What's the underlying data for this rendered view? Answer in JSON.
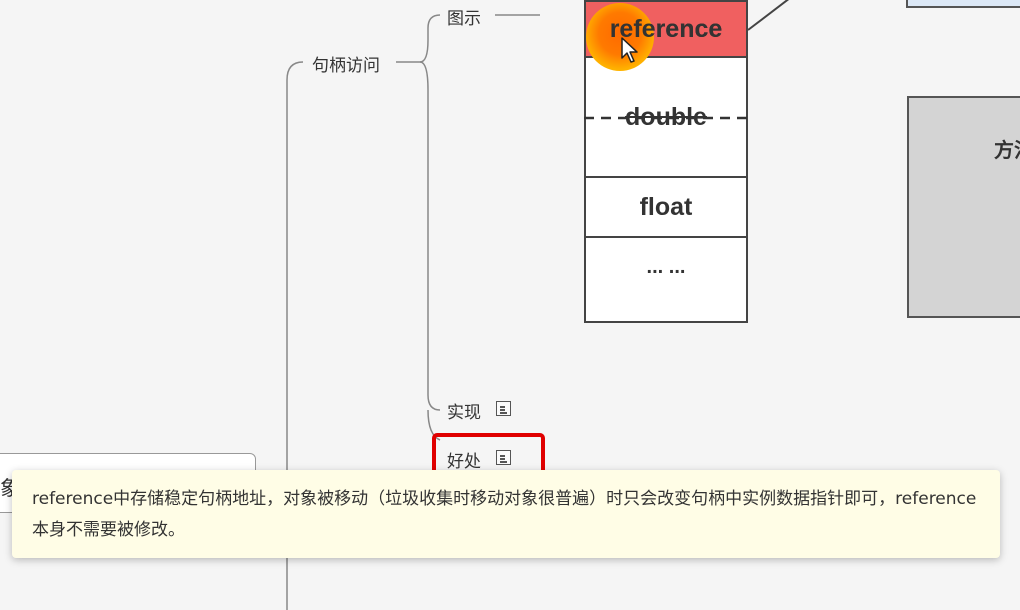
{
  "mindmap": {
    "handle_access": "句柄访问",
    "diagram": "图示",
    "implementation": "实现",
    "benefit": "好处",
    "left_node_text": "象",
    "note_icon": "note-icon"
  },
  "stack_diagram": {
    "cells": [
      "reference",
      "double",
      "float",
      "... ..."
    ],
    "highlight_color": "#f06060",
    "method_area_label": "方法"
  },
  "tooltip": {
    "text": "reference中存储稳定句柄地址，对象被移动（垃圾收集时移动对象很普遍）时只会改变句柄中实例数据指针即可，reference本身不需要被修改。"
  },
  "colors": {
    "highlight_box": "#e00000",
    "cursor_highlight": "#ff7a00",
    "tooltip_bg": "#fffde6"
  }
}
